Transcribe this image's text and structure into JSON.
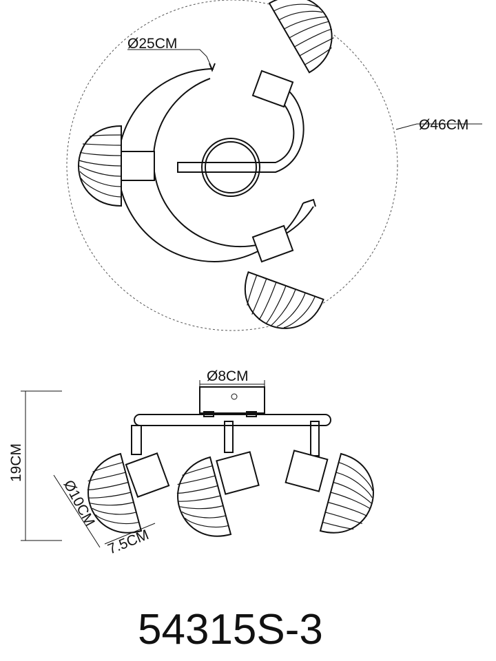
{
  "top_view": {
    "ring_diameter": "Ø25CM",
    "overall_diameter": "Ø46CM"
  },
  "side_view": {
    "canopy_diameter": "Ø8CM",
    "height": "19CM",
    "shade_diameter": "Ø10CM",
    "shade_depth": "7.5CM"
  },
  "model_number": "54315S-3"
}
